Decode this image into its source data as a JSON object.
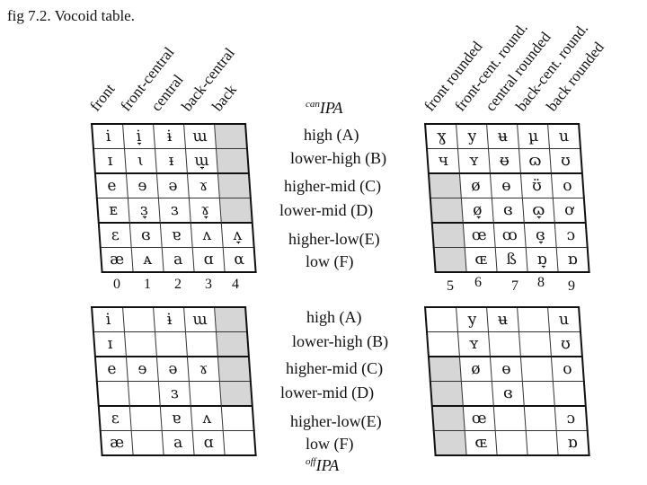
{
  "caption": "fig 7.2.  Vocoid table.",
  "left_columns": [
    "front",
    "front-central",
    "central",
    "back-central",
    "back"
  ],
  "right_columns": [
    "front rounded",
    "front-cent. round.",
    "central rounded",
    "back-cent. round.",
    "back rounded"
  ],
  "row_labels": [
    "high (A)",
    "lower-high (B)",
    "higher-mid (C)",
    "lower-mid (D)",
    "higher-low(E)",
    "low (F)"
  ],
  "can_label": {
    "prefix": "can",
    "main": "IPA"
  },
  "off_label": {
    "prefix": "off",
    "main": "IPA"
  },
  "left_numbers": [
    "0",
    "1",
    "2",
    "3",
    "4"
  ],
  "right_numbers": [
    "5",
    "6",
    "7",
    "8",
    "9"
  ],
  "tables": {
    "can_unrounded": {
      "cells": [
        [
          "i",
          "i̞",
          "ɨ",
          "ɯ",
          ""
        ],
        [
          "ɪ",
          "ɩ",
          "ᵻ",
          "ɯ̞",
          ""
        ],
        [
          "e",
          "ɘ",
          "ə",
          "ɤ",
          ""
        ],
        [
          "ᴇ",
          "ɜ̞",
          "ɜ",
          "ɤ̞",
          ""
        ],
        [
          "ɛ",
          "ɞ",
          "ɐ",
          "ʌ",
          "ʌ̞"
        ],
        [
          "æ",
          "ᴀ",
          "a",
          "ɑ",
          "α"
        ]
      ],
      "shaded": [
        [
          0,
          0,
          0,
          0,
          1
        ],
        [
          0,
          0,
          0,
          0,
          1
        ],
        [
          0,
          0,
          0,
          0,
          1
        ],
        [
          0,
          0,
          0,
          0,
          1
        ],
        [
          0,
          0,
          0,
          0,
          0
        ],
        [
          0,
          0,
          0,
          0,
          0
        ]
      ]
    },
    "can_rounded": {
      "cells": [
        [
          "ɣ",
          "y",
          "ʉ",
          "µ",
          "u"
        ],
        [
          "ч",
          "ʏ",
          "ʊ̶",
          "ɷ",
          "ʊ"
        ],
        [
          "",
          "ø",
          "ɵ",
          "ʊ̈",
          "o"
        ],
        [
          "",
          "ø̞",
          "ɞ",
          "ɷ̞",
          "ơ"
        ],
        [
          "",
          "œ",
          "ꝏ",
          "ɞ̞",
          "ɔ"
        ],
        [
          "",
          "ɶ",
          "ß",
          "ɒ̞",
          "ɒ"
        ]
      ],
      "shaded": [
        [
          0,
          0,
          0,
          0,
          0
        ],
        [
          0,
          0,
          0,
          0,
          0
        ],
        [
          1,
          0,
          0,
          0,
          0
        ],
        [
          1,
          0,
          0,
          0,
          0
        ],
        [
          1,
          0,
          0,
          0,
          0
        ],
        [
          1,
          0,
          0,
          0,
          0
        ]
      ]
    },
    "off_unrounded": {
      "cells": [
        [
          "i",
          "",
          "ɨ",
          "ɯ",
          ""
        ],
        [
          "ɪ",
          "",
          "",
          "",
          ""
        ],
        [
          "e",
          "ɘ",
          "ə",
          "ɤ",
          ""
        ],
        [
          "",
          "",
          "ɜ",
          "",
          ""
        ],
        [
          "ɛ",
          "",
          "ɐ",
          "ʌ",
          ""
        ],
        [
          "æ",
          "",
          "a",
          "ɑ",
          ""
        ]
      ],
      "shaded": [
        [
          0,
          0,
          0,
          0,
          1
        ],
        [
          0,
          0,
          0,
          0,
          1
        ],
        [
          0,
          0,
          0,
          0,
          1
        ],
        [
          0,
          0,
          0,
          0,
          1
        ],
        [
          0,
          0,
          0,
          0,
          0
        ],
        [
          0,
          0,
          0,
          0,
          0
        ]
      ]
    },
    "off_rounded": {
      "cells": [
        [
          "",
          "y",
          "ʉ",
          "",
          "u"
        ],
        [
          "",
          "ʏ",
          "",
          "",
          "ʊ"
        ],
        [
          "",
          "ø",
          "ɵ",
          "",
          "o"
        ],
        [
          "",
          "",
          "ɞ",
          "",
          ""
        ],
        [
          "",
          "œ",
          "",
          "",
          "ɔ"
        ],
        [
          "",
          "ɶ",
          "",
          "",
          "ɒ"
        ]
      ],
      "shaded": [
        [
          0,
          0,
          0,
          0,
          0
        ],
        [
          0,
          0,
          0,
          0,
          0
        ],
        [
          1,
          0,
          0,
          0,
          0
        ],
        [
          1,
          0,
          0,
          0,
          0
        ],
        [
          1,
          0,
          0,
          0,
          0
        ],
        [
          1,
          0,
          0,
          0,
          0
        ]
      ]
    }
  }
}
